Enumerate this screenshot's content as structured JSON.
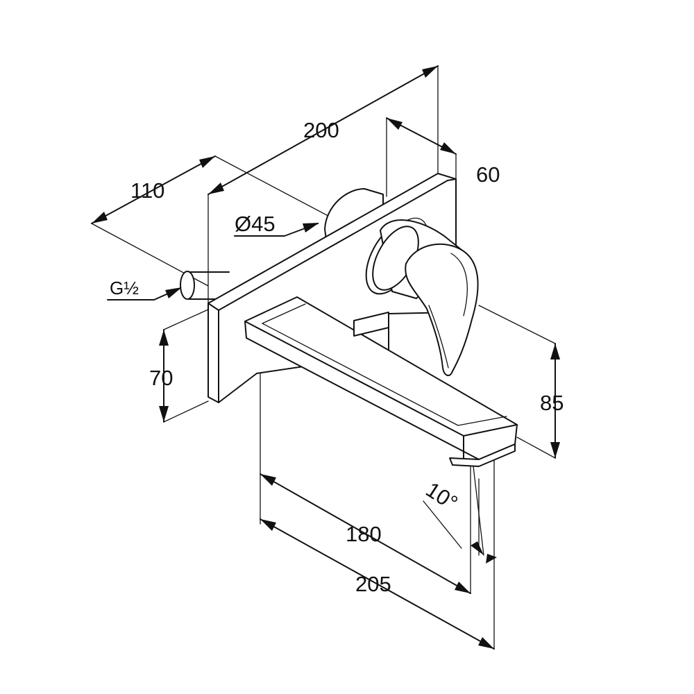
{
  "dimensions": {
    "overall_projection": "200",
    "plate_to_inlet": "110",
    "handle_offset": "60",
    "diameter": "Ø45",
    "thread": "G½",
    "plate_height": "70",
    "spout_height": "85",
    "spout_length": "180",
    "total_length": "205",
    "spout_angle": "10°"
  }
}
